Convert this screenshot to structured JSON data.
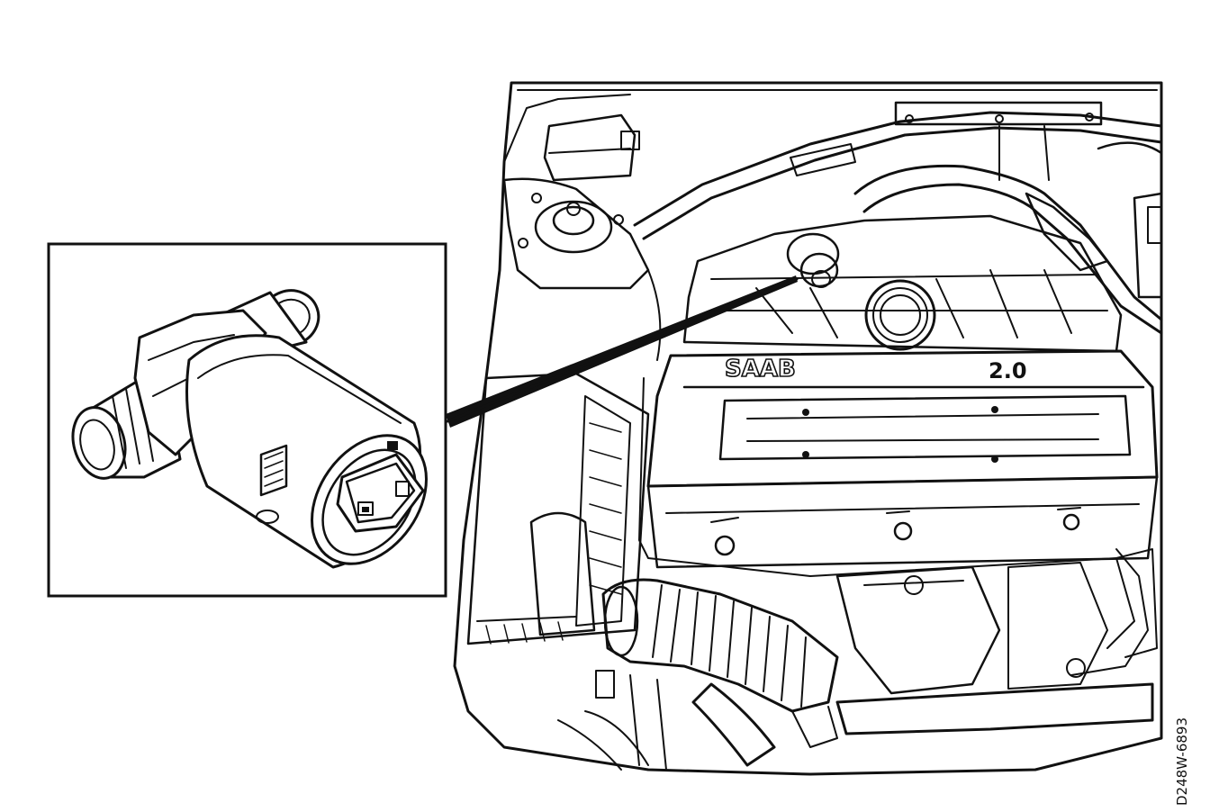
{
  "figure": {
    "engine_brand_text": "SAAB",
    "engine_size_text": "2.0",
    "drawing_code": "D248W-6893"
  },
  "colors": {
    "ink": "#111111",
    "paper": "#ffffff"
  }
}
